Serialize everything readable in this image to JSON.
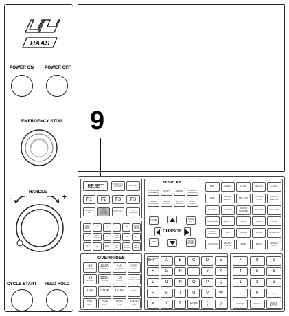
{
  "brand": {
    "logo_text": "HAAS"
  },
  "callout": {
    "number": "9"
  },
  "left_panel": {
    "power_on": "POWER ON",
    "power_off": "POWER OFF",
    "emergency_stop": "EMERGENCY STOP",
    "handle": "HANDLE",
    "handle_minus": "-",
    "handle_plus": "+",
    "cycle_start": "CYCLE START",
    "feed_hold": "FEED HOLD"
  },
  "function_keys": {
    "reset": "RESET",
    "f1": "F1",
    "f2": "F2",
    "f3": "F3",
    "small": [
      "POWER UP RESTART",
      "RECOVER",
      "TOOL OFFSET MEASURE",
      "NEXT TOOL",
      "TOOL RELEASE",
      "PART ZERO SET"
    ]
  },
  "display_group": {
    "title": "DISPLAY",
    "row1": [
      "PROGRAM CONVERS",
      "POSIT",
      "OFFSET",
      "CURRENT COMMANDS"
    ],
    "row2": [
      "ALARM MESSAGES",
      "PARAM DGNOS",
      "SETNG GRAPH",
      "HELP CALC"
    ],
    "cursor_label": "CURSOR",
    "cursor_side": [
      "HOME",
      "PAGE UP",
      "END",
      "PAGE DOWN"
    ]
  },
  "jog_keys": [
    "CHIP FWD",
    "+A",
    "+Z",
    "-Y",
    "+B",
    "CHIP STOP",
    "-X",
    "JOG LOCK",
    "+X",
    "CHIP REV",
    "-B",
    "+Y",
    "-Z",
    "-A",
    "JOG",
    "CLNT UP",
    "CLNT DOWN",
    "AUX CLNT"
  ],
  "mode_keys": [
    "EDIT",
    "INSERT",
    "ALTER",
    "DELETE",
    "UNDO",
    "MEM",
    "SINGLE BLOCK",
    "DRY RUN",
    "OPTION STOP",
    "BLOCK DELETE",
    "MDI DNC",
    "COOLNT",
    "ORIENT SPINDLE",
    "ATC FWD",
    "ATC REV",
    "HAND JOG",
    ".0001 .1",
    ".001 1.",
    ".01 10.",
    ".1 100.",
    "ZERO RETURN",
    "ALL",
    "ORIGIN",
    "SINGL",
    "HOME G28",
    "LIST PROG",
    "SELECT PROG",
    "SEND",
    "RECV",
    "ERASE PROG"
  ],
  "overrides": {
    "title": "OVERRIDES",
    "rows": [
      [
        {
          "main": "-10",
          "sub": "FEED RATE"
        },
        {
          "main": "100%",
          "sub": "FEED RATE"
        },
        {
          "main": "+10",
          "sub": "FEED RATE"
        },
        {
          "main": "",
          "sub": "HANDLE CONTROL FEED"
        }
      ],
      [
        {
          "main": "-10",
          "sub": "SPINDLE"
        },
        {
          "main": "100%",
          "sub": "SPINDLE"
        },
        {
          "main": "+10",
          "sub": "SPINDLE"
        },
        {
          "main": "",
          "sub": "HANDLE CONTROL SPIN"
        }
      ],
      [
        {
          "main": "CW",
          "sub": ""
        },
        {
          "main": "STOP",
          "sub": ""
        },
        {
          "main": "CCW",
          "sub": ""
        },
        {
          "main": "",
          "sub": "SPINDLE"
        }
      ],
      [
        {
          "main": "5%",
          "sub": "RAPID"
        },
        {
          "main": "25%",
          "sub": "RAPID"
        },
        {
          "main": "50%",
          "sub": "RAPID"
        },
        {
          "main": "100%",
          "sub": "RAPID"
        }
      ]
    ]
  },
  "alpha_keys": {
    "rows": [
      [
        "SHIFT",
        "A",
        "B",
        "C",
        "D",
        "E"
      ],
      [
        "F",
        "G",
        "H",
        "I",
        "J",
        "K"
      ],
      [
        "L",
        "M",
        "N",
        "O",
        "P",
        "Q"
      ],
      [
        "R",
        "S",
        "T",
        "U",
        "V",
        "W"
      ],
      [
        "X",
        "Y",
        "Z",
        "EOB",
        "(",
        ")"
      ]
    ]
  },
  "num_keys": {
    "rows": [
      [
        "7",
        "8",
        "9"
      ],
      [
        "4",
        "5",
        "6"
      ],
      [
        "1",
        "2",
        "3"
      ],
      [
        "-",
        "0",
        "."
      ],
      [
        "CANCEL",
        "SPACE",
        "WRITE ENTER"
      ]
    ]
  }
}
